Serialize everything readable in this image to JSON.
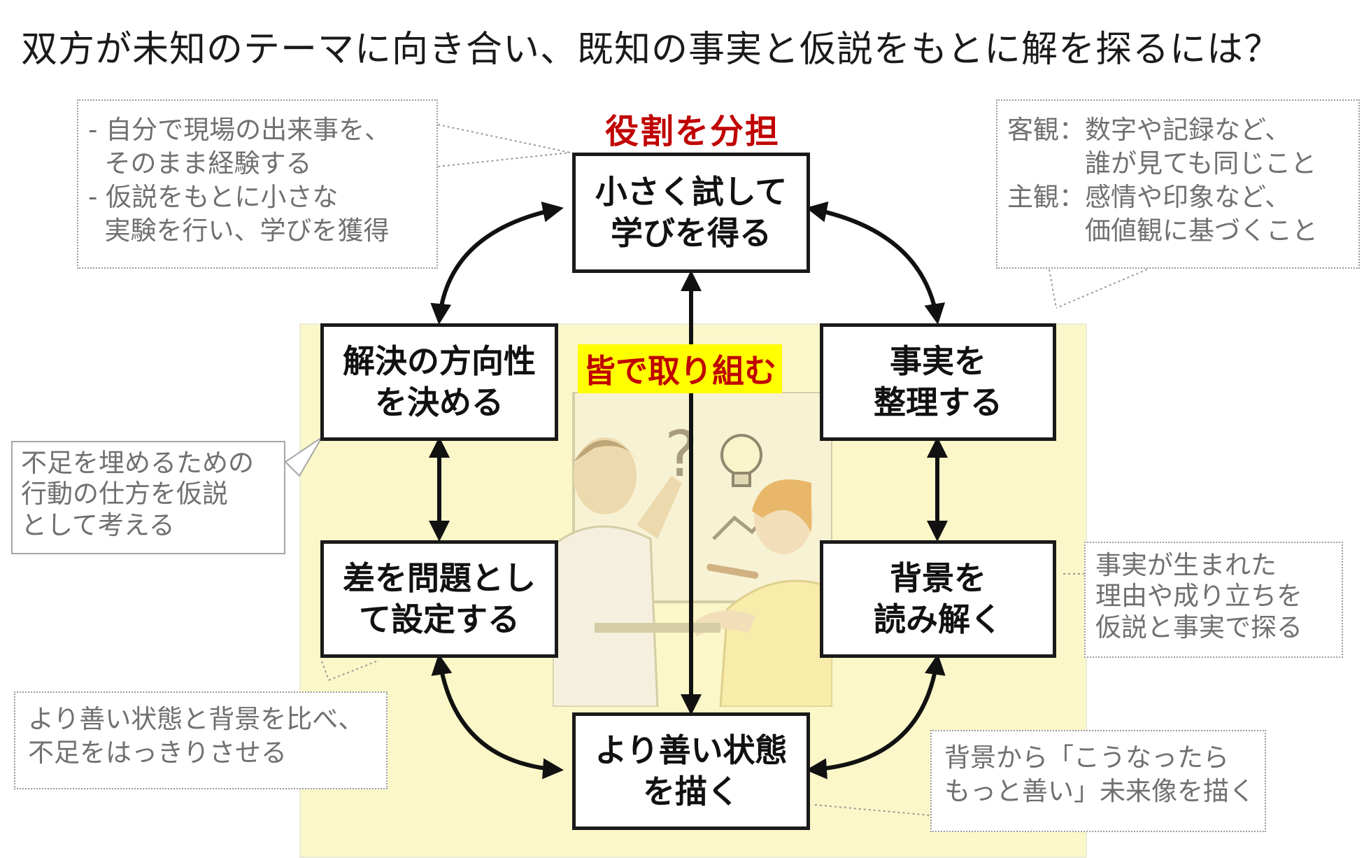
{
  "title": "双方が未知のテーマに向き合い、既知の事実と仮説をもとに解を探るには？",
  "labels": {
    "role": "役割を分担",
    "together": "皆で取り組む"
  },
  "boxes": {
    "top": [
      "小さく試して",
      "学びを得る"
    ],
    "left_upper": [
      "解決の方向性",
      "を決める"
    ],
    "left_lower": [
      "差を問題とし",
      "て設定する"
    ],
    "bottom": [
      "より善い状態",
      "を描く"
    ],
    "right_upper": [
      "事実を",
      "整理する"
    ],
    "right_lower": [
      "背景を",
      "読み解く"
    ]
  },
  "notes": {
    "top_left": "- 自分で現場の出来事を、\n  そのまま経験する\n- 仮説をもとに小さな\n  実験を行い、学びを獲得",
    "top_right": "客観：数字や記録など、\n　　　誰が見ても同じこと\n主観：感情や印象など、\n　　　価値観に基づくこと",
    "mid_left": "不足を埋めるための\n行動の仕方を仮説\nとして考える",
    "mid_right": "事実が生まれた\n理由や成り立ちを\n仮説と事実で探る",
    "bottom_left": "より善い状態と背景を比べ、\n不足をはっきりさせる",
    "bottom_right": "背景から「こうなったら\nもっと善い」未来像を描く"
  },
  "colors": {
    "accent_red": "#c00000",
    "highlight_yellow": "#ffff00",
    "panel_yellow": "#fbf7c9"
  }
}
